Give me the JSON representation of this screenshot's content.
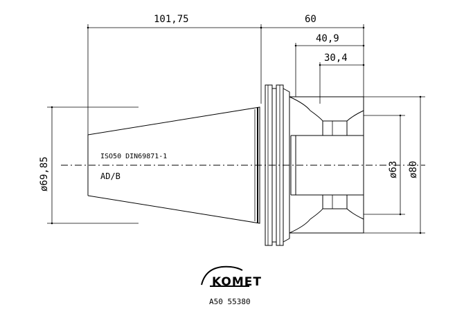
{
  "dimensions": {
    "length_taper": "101,75",
    "length_total": "60",
    "length_mid": "40,9",
    "length_inner": "30,4",
    "diameter_left": "ø69,85",
    "diameter_bore": "ø63",
    "diameter_outer": "ø80"
  },
  "annotations": {
    "standard": "ISO50 DIN69871-1",
    "variant": "AD/B"
  },
  "brand": {
    "logo": "KOMET",
    "code": "A50 55380"
  }
}
